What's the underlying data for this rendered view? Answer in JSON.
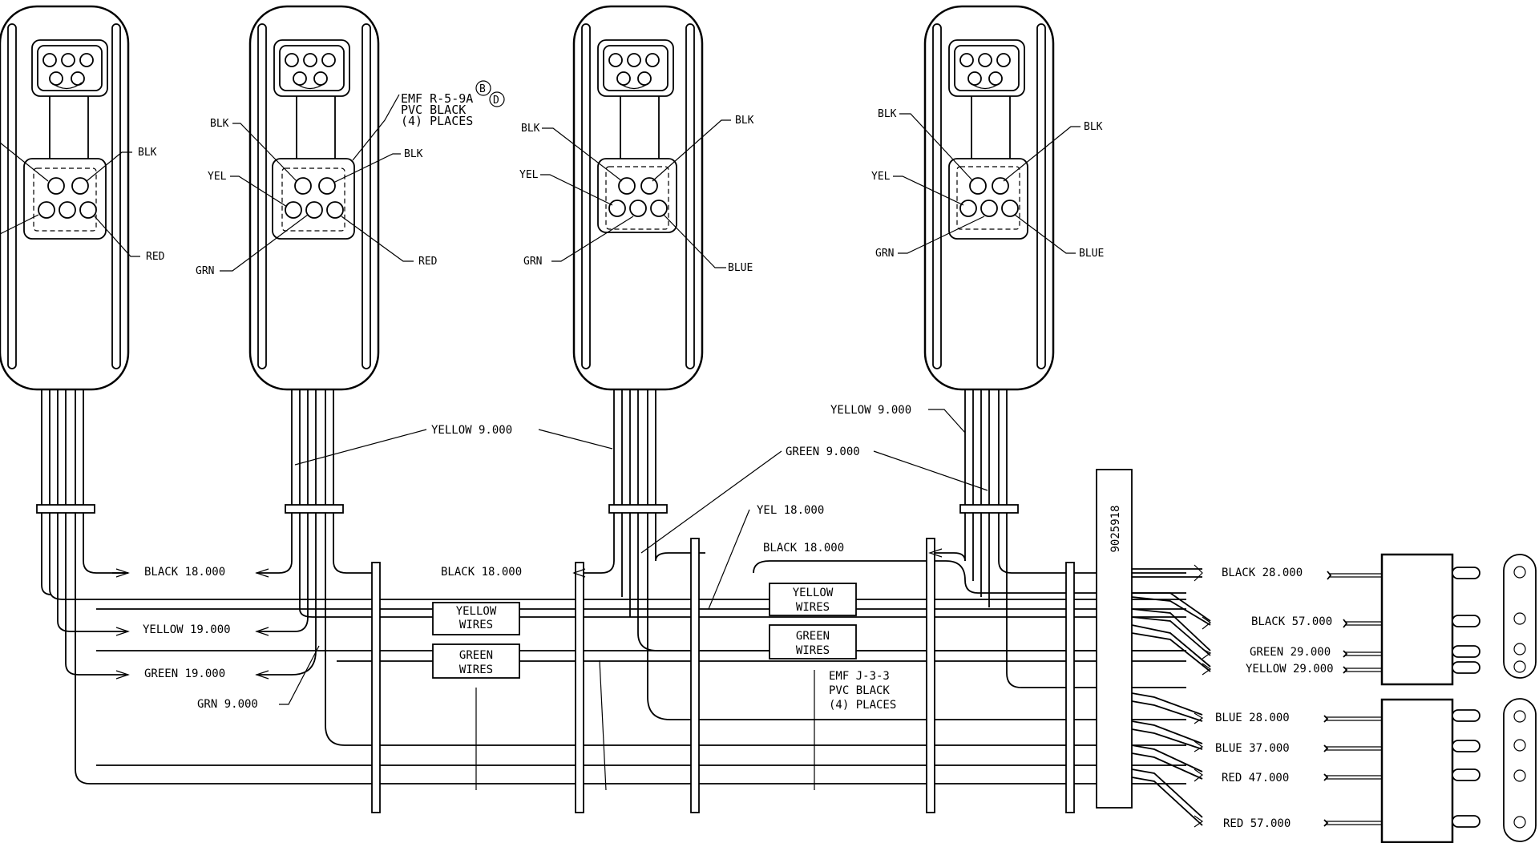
{
  "connectors": [
    {
      "pin_labels": {
        "left_upper": "",
        "left_lower": "",
        "right_upper": "BLK",
        "right_lower": "RED"
      }
    },
    {
      "pin_labels": {
        "left_upper": "BLK",
        "left_mid": "YEL",
        "left_lower": "GRN",
        "right_upper": "BLK",
        "right_lower": "RED"
      }
    },
    {
      "pin_labels": {
        "left_upper": "BLK",
        "left_mid": "YEL",
        "left_lower": "GRN",
        "right_upper": "BLK",
        "right_lower": "BLUE"
      }
    },
    {
      "pin_labels": {
        "left_upper": "BLK",
        "left_mid": "YEL",
        "left_lower": "GRN",
        "right_upper": "BLK",
        "right_lower": "BLUE"
      }
    }
  ],
  "notes": {
    "emf_r": [
      "EMF R-5-9A",
      "PVC BLACK",
      "(4) PLACES"
    ],
    "emf_r_marks": [
      "B",
      "D"
    ],
    "emf_j": [
      "EMF J-3-3",
      "PVC BLACK",
      "(4) PLACES"
    ]
  },
  "wire_callouts": {
    "yellow_9": "YELLOW 9.000",
    "yellow_9_right": "YELLOW 9.000",
    "green_9": "GREEN 9.000",
    "yel_18": "YEL 18.000",
    "black_18_a": "BLACK 18.000",
    "black_18_b": "BLACK 18.000",
    "black_18_c": "BLACK 18.000",
    "yellow_19": "YELLOW 19.000",
    "green_19": "GREEN 19.000",
    "grn_9": "GRN 9.000"
  },
  "boxes": {
    "yellow_wires_1": [
      "YELLOW",
      "WIRES"
    ],
    "green_wires_1": [
      "GREEN",
      "WIRES"
    ],
    "yellow_wires_2": [
      "YELLOW",
      "WIRES"
    ],
    "green_wires_2": [
      "GREEN",
      "WIRES"
    ]
  },
  "part_number": "9025918",
  "outputs": [
    "BLACK 28.000",
    "BLACK 57.000",
    "GREEN 29.000",
    "YELLOW 29.000",
    "BLUE 28.000",
    "BLUE 37.000",
    "RED 47.000",
    "RED 57.000"
  ]
}
